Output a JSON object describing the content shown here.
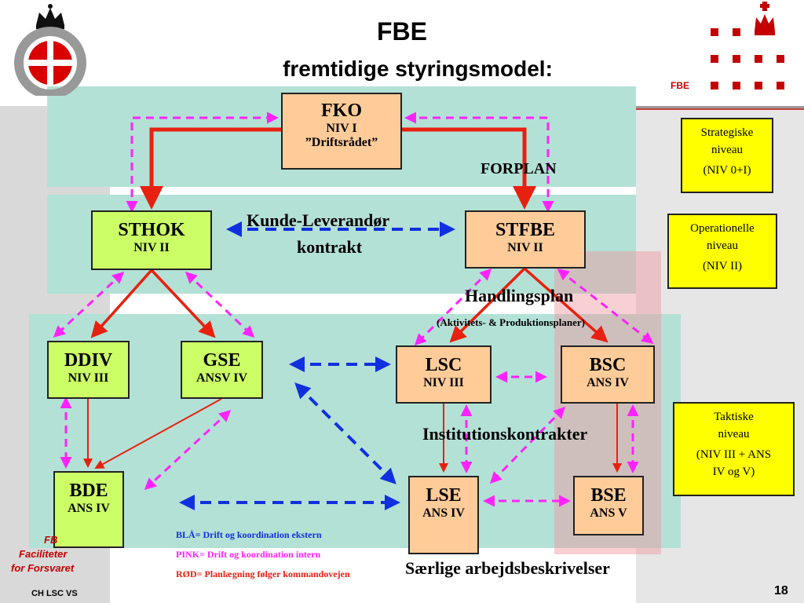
{
  "header": {
    "title": "FBE",
    "subtitle": "fremtidige styringsmodel:",
    "corner_tag": "FBE"
  },
  "colors": {
    "red": "#e8200f",
    "blue": "#1030e0",
    "pink": "#ff22ff",
    "green_box": "#ccff66",
    "peach_box": "#ffcc99",
    "yellow_box": "#ffff00",
    "teal_band": "#b3e1d6"
  },
  "nodes": {
    "fko": {
      "title": "FKO",
      "level": "NIV I",
      "note": "”Driftsrådet”"
    },
    "sthok": {
      "title": "STHOK",
      "level": "NIV II"
    },
    "stfbe": {
      "title": "STFBE",
      "level": "NIV II"
    },
    "ddiv": {
      "title": "DDIV",
      "level": "NIV III"
    },
    "gse": {
      "title": "GSE",
      "level": "ANSV IV"
    },
    "lsc": {
      "title": "LSC",
      "level": "NIV III"
    },
    "bsc": {
      "title": "BSC",
      "level": "ANS IV"
    },
    "bde": {
      "title": "BDE",
      "level": "ANS IV"
    },
    "lse": {
      "title": "LSE",
      "level": "ANS IV"
    },
    "bse": {
      "title": "BSE",
      "level": "ANS V"
    }
  },
  "edge_labels": {
    "forplan": "FORPLAN",
    "kunde_leverandor_1": "Kunde-Leverandør",
    "kunde_leverandor_2": "kontrakt",
    "handlingsplan": "Handlingsplan",
    "handlingsplan_sub": "(Aktivitets- & Produktionsplaner)",
    "institutionskontrakter": "Institutionskontrakter",
    "saerlige": "Særlige arbejdsbeskrivelser"
  },
  "levels": {
    "strategic": {
      "name_1": "Strategiske",
      "name_2": "niveau",
      "range": "(NIV 0+I)"
    },
    "operational": {
      "name_1": "Operationelle",
      "name_2": "niveau",
      "range": "(NIV II)"
    },
    "tactical": {
      "name_1": "Taktiske",
      "name_2": "niveau",
      "range_1": "(NIV III + ANS",
      "range_2": "IV og V)"
    }
  },
  "legend": {
    "blue": "BLÅ= Drift og koordination ekstern",
    "pink": "PINK= Drift og koordination intern",
    "red": "RØD= Planlægning følger kommandovejen"
  },
  "footer": {
    "org_1": "FB",
    "org_2": "Faciliteter",
    "org_3": "for Forsvaret",
    "author": "CH LSC VS",
    "page_number": "18"
  }
}
